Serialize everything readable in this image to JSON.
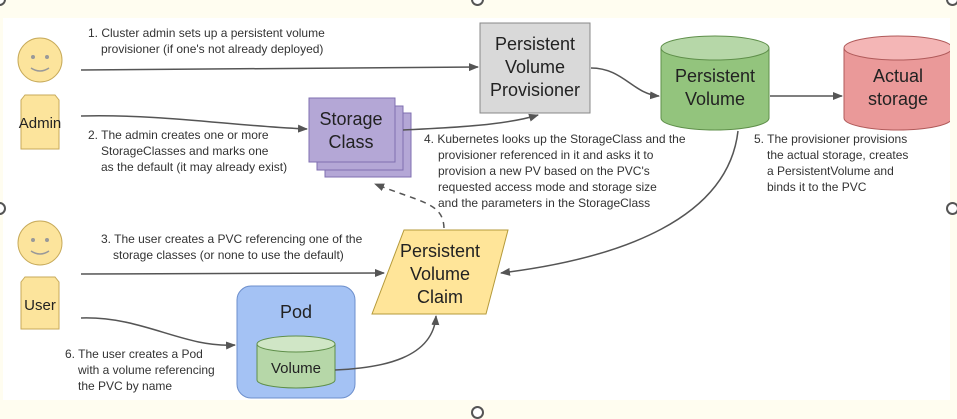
{
  "colors": {
    "frame": "#fffdf0",
    "actor_fill": "#fce49c",
    "actor_stroke": "#c7aa5a",
    "storage_class_fill": "#b4a7d6",
    "provisioner_fill": "#d9d9d9",
    "pv_fill": "#93c47d",
    "actual_storage_fill": "#ea9999",
    "pvc_fill": "#ffe599",
    "pod_fill": "#a4c2f4",
    "volume_fill": "#b6d7a8",
    "arrow": "#555555"
  },
  "actors": {
    "admin": {
      "label": "Admin"
    },
    "user": {
      "label": "User"
    }
  },
  "nodes": {
    "storage_class": {
      "lines": [
        "Storage",
        "Class"
      ]
    },
    "provisioner": {
      "lines": [
        "Persistent",
        "Volume",
        "Provisioner"
      ]
    },
    "persistent_volume": {
      "lines": [
        "Persistent",
        "Volume"
      ]
    },
    "actual_storage": {
      "lines": [
        "Actual",
        "storage"
      ]
    },
    "pvc": {
      "lines": [
        "Persistent",
        "Volume",
        "Claim"
      ]
    },
    "pod": {
      "label": "Pod"
    },
    "volume": {
      "label": "Volume"
    }
  },
  "steps": [
    {
      "lines": [
        "1. Cluster admin sets up a persistent volume",
        "provisioner (if one's not already deployed)"
      ]
    },
    {
      "lines": [
        "2. The admin creates one or more",
        "StorageClasses and marks one",
        "as the default (it may already exist)"
      ]
    },
    {
      "lines": [
        "3. The user creates a PVC referencing one of the",
        "storage classes (or none to use the default)"
      ]
    },
    {
      "lines": [
        "4. Kubernetes looks up the StorageClass and the",
        "provisioner referenced in it and asks it to",
        "provision a new PV based on the PVC's",
        "requested access mode and storage size",
        "and the parameters in the StorageClass"
      ]
    },
    {
      "lines": [
        "5. The provisioner provisions",
        "the actual storage, creates",
        "a PersistentVolume and",
        "binds it to the PVC"
      ]
    },
    {
      "lines": [
        "6. The user creates a Pod",
        "with a volume referencing",
        "the PVC by name"
      ]
    }
  ]
}
